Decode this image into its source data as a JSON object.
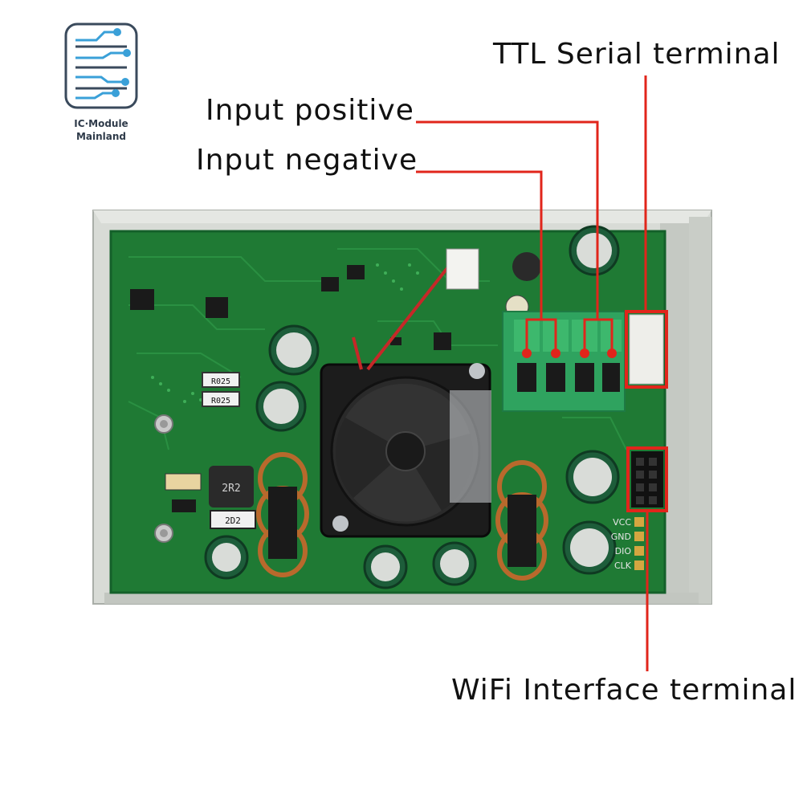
{
  "logo": {
    "line1": "IC·Module",
    "line2": "Mainland",
    "icon": "circuit-chip-icon"
  },
  "labels": {
    "ttl_serial": "TTL Serial terminal",
    "input_positive": "Input positive",
    "input_negative": "Input negative",
    "wifi_interface": "WiFi Interface terminal"
  },
  "board_markings": {
    "r1": "R025",
    "r2": "R025",
    "inductor": "2R2",
    "smd": "2D2",
    "pin_vcc": "VCC",
    "pin_gnd": "GND",
    "pin_dio": "DIO",
    "pin_clk": "CLK"
  },
  "colors": {
    "callout": "#e1251b",
    "pcb": "#1f7a34",
    "enclosure": "#d4d8d2",
    "terminal_block": "#2fa35f",
    "text": "#111111"
  }
}
